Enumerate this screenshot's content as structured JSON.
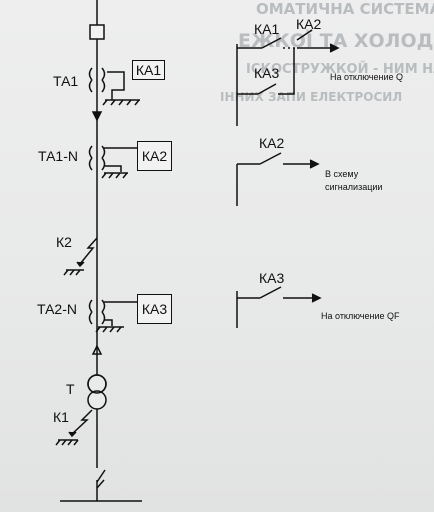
{
  "background_text": {
    "line1": "ОМАТИЧНА СИСТЕМА ЗОДНИ",
    "line2": "ЕЖКОЇ ТА ХОЛОДЖЕ",
    "line3": "ІСКОСТРУЖКОЙ - НИМ НАЗАХІ",
    "line4": "ІННИХ ЗАПИ ЕЛЕКТРОСИЛ"
  },
  "scheme": {
    "transformers": {
      "ta1": "ТА1",
      "ta1n": "ТА1-N",
      "ta2n": "ТА2-N"
    },
    "relays": {
      "ka1": "КА1",
      "ka2": "КА2",
      "ka3": "КА3"
    },
    "faults": {
      "k2": "К2",
      "k1": "К1"
    },
    "power_transformer": "Т"
  },
  "contacts": {
    "trip_block": {
      "ka1": "КА1",
      "ka2": "КА2",
      "ka3": "КА3",
      "note": "На отключение Q"
    },
    "signal_block": {
      "ka2": "КА2",
      "note_line1": "В схему",
      "note_line2": "сигнализации"
    },
    "qf_block": {
      "ka3": "КА3",
      "note": "На отключение QF"
    }
  },
  "colors": {
    "ink": "#111111",
    "paper": "#e9eaea",
    "ghost_text": "#b9bdbf"
  }
}
